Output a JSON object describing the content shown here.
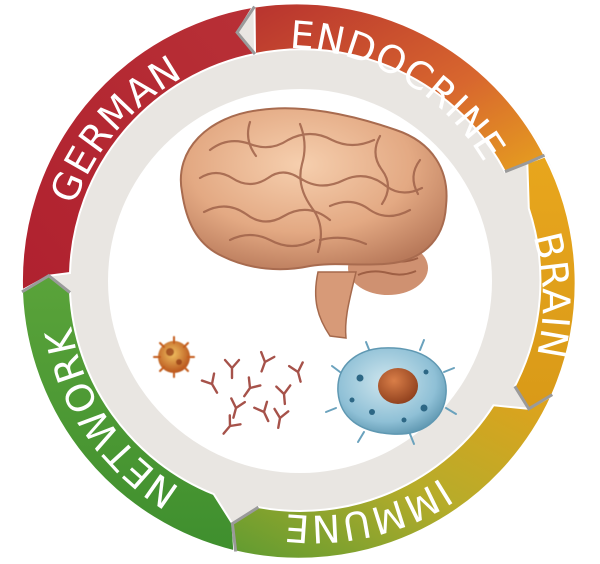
{
  "cycle": {
    "segments": [
      {
        "label": "ENDOCRINE",
        "color": "#c9483c",
        "shade": "#8e2f27"
      },
      {
        "label": "BRAIN",
        "color": "#e1a31e",
        "shade": "#a8760f"
      },
      {
        "label": "IMMUNE",
        "color": "#c2ad28",
        "shade": "#7e8f1e"
      },
      {
        "label": "NETWORK",
        "color": "#4a9a35",
        "shade": "#2f6e22"
      },
      {
        "label": "GERMAN",
        "color": "#b72b36",
        "shade": "#7e1b24"
      }
    ]
  },
  "center": {
    "illustrations": [
      "brain-icon",
      "pathogen-icon",
      "antibody-icon",
      "immune-cell-icon"
    ]
  }
}
